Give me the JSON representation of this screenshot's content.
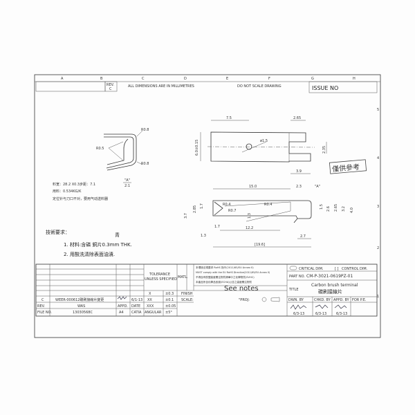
{
  "header": {
    "zones": [
      "A",
      "B",
      "C",
      "D",
      "E",
      "F",
      "G",
      "H"
    ],
    "rev_label": "REV.",
    "rev_value": "C",
    "units_note": "ALL DIMENSIONS ARE IN MILLIMETRES",
    "scale_note": "DO NOT SCALE DRAWING",
    "issue_no": "ISSUE NO"
  },
  "side_numbers": [
    "5",
    "4",
    "3",
    "2",
    "1"
  ],
  "detail_a": {
    "r_top": "R0.8",
    "r_left": "R0.5",
    "r_bottom": "R0.8",
    "label": "\"A\"",
    "scale": "2:1"
  },
  "material_notes": [
    "料宽：28.2 X0.3步距：7.1",
    "用料：0.534KG/K",
    "定位针与刀口不对，要用气动送料器"
  ],
  "top_view": {
    "dim_7_5": "7.5",
    "dim_2_65": "2.65",
    "dim_hole": "ø1.5",
    "dim_6": "6.0±0.15",
    "dim_2_35": "2.35",
    "dim_3_9": "3.9"
  },
  "stamp": "僅供參考",
  "side_view": {
    "dim_15": "15.0",
    "dim_2_3": "2.3",
    "label_a": "\"A\"",
    "r_04_left": "R0.4",
    "r_04_right": "R0.4",
    "r_07": "R0.7",
    "dim_2_85": "2.85",
    "dim_1_7a": "1.7",
    "dim_3_7": "3.7",
    "dim_1_3a": "1.3",
    "dim_1_7b": "1.7",
    "dim_12_2": "12.2",
    "dim_1_3b": "1.3",
    "dim_2_7": "2.7",
    "dim_19_6": "[19.6]",
    "dim_1_5": "1.5",
    "dim_2_6": "2.6",
    "dim_2_65": "2.65",
    "dim_3_2": "3.2",
    "dim_4_0": "4.0"
  },
  "tech_requirements": {
    "heading": "技術要求：",
    "color": "青",
    "items": [
      "1. 材料:含磷  銅片0.3mm THK.",
      "2. 用酸洗清除表面油漬."
    ]
  },
  "title_block": {
    "tolerance_heading": "TOLERANCE",
    "tolerance_sub": "UNLESS SPECIFIED",
    "matl": "MATL.",
    "tolerances": [
      {
        "label": "X",
        "value": "±0.3"
      },
      {
        "label": "XX",
        "value": "±0.1"
      },
      {
        "label": "XXX",
        "value": "±0.05"
      },
      {
        "label": "ANGULAR",
        "value": "±5°"
      }
    ],
    "finish": "FINISH",
    "scale": "SCALE:",
    "proj": "\"PROJ:",
    "rev_row": {
      "rev": "C",
      "was": "WEER-000612碳刷接線片變更",
      "date_sig": "6/1-13"
    },
    "rev_header": {
      "rev": "REV.",
      "was": "WAS",
      "appd": "APPD.",
      "date": "DATE"
    },
    "file_row": {
      "label": "FILE NO.",
      "value": "13030568C",
      "size": "A4",
      "cad": "CATIA"
    },
    "rohs_lines": [
      "本環境法規要求 RoHS 指令(2011/65/EU Annex II)",
      "MUST comply with the EU RoHS Directive(2011/65/EU Annex II)",
      "不得含有歐盟高度關注物質清單中之化學物質(SVHC)",
      "本產品所含化學品依據(ECHA)公告之高度關注物質"
    ],
    "see_notes": "See notes",
    "critical_dim": "CRITICAL DIM.",
    "control_dim": "CONTROL DIM.",
    "part_no_label": "PART NO.",
    "part_no": "CM-P-3021-0619PZ-01",
    "title_label": "TITLE",
    "title_en": "Carbon brush terminal",
    "title_cn": "碳刷接線片",
    "sign_headers": [
      "DWN. BY",
      "CHKD. BY",
      "APPD. BY",
      "FOR P.E."
    ],
    "sign_dates": [
      "6/3-13",
      "6/3-13",
      "6/3-13"
    ]
  }
}
